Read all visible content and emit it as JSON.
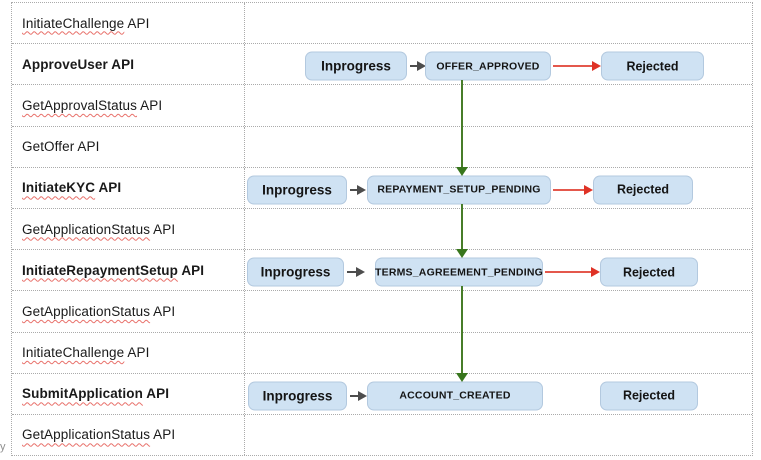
{
  "colors": {
    "shape_fill": "#cfe2f3",
    "success_arrow_green": "#38761d",
    "reject_arrow_red": "#df3226",
    "next_arrow_gray": "#4d4d4d",
    "spellcheck_squiggle": "#e8706a",
    "table_border_dotted": "#ababab"
  },
  "rows": [
    {
      "name": "InitiateChallenge",
      "suffix": " API",
      "bold": false,
      "spellcheck": true
    },
    {
      "name": "ApproveUser",
      "suffix": " API",
      "bold": true,
      "spellcheck": false,
      "flow": {
        "start": "Inprogress",
        "state": "OFFER_APPROVED",
        "reject": "Rejected",
        "has_reject_arrow": true
      }
    },
    {
      "name": "GetApprovalStatus",
      "suffix": " API",
      "bold": false,
      "spellcheck": true
    },
    {
      "name": "GetOffer",
      "suffix": " API",
      "bold": false,
      "spellcheck": false
    },
    {
      "name": "InitiateKYC",
      "suffix": " API",
      "bold": true,
      "spellcheck": true,
      "flow": {
        "start": "Inprogress",
        "state": "REPAYMENT_SETUP_PENDING",
        "reject": "Rejected",
        "has_reject_arrow": true
      }
    },
    {
      "name": "GetApplicationStatus",
      "suffix": " API",
      "bold": false,
      "spellcheck": true
    },
    {
      "name": "InitiateRepaymentSetup",
      "suffix": " API",
      "bold": true,
      "spellcheck": true,
      "flow": {
        "start": "Inprogress",
        "state": "TERMS_AGREEMENT_PENDING",
        "reject": "Rejected",
        "has_reject_arrow": true
      }
    },
    {
      "name": "GetApplicationStatus",
      "suffix": " API",
      "bold": false,
      "spellcheck": true
    },
    {
      "name": "InitiateChallenge",
      "suffix": " API",
      "bold": false,
      "spellcheck": true
    },
    {
      "name": "SubmitApplication",
      "suffix": " API",
      "bold": true,
      "spellcheck": true,
      "flow": {
        "start": "Inprogress",
        "state": "ACCOUNT_CREATED",
        "reject": "Rejected",
        "has_reject_arrow": false
      }
    },
    {
      "name": "GetApplicationStatus",
      "suffix": " API",
      "bold": false,
      "spellcheck": true
    }
  ],
  "fragment": {
    "text": "y"
  }
}
